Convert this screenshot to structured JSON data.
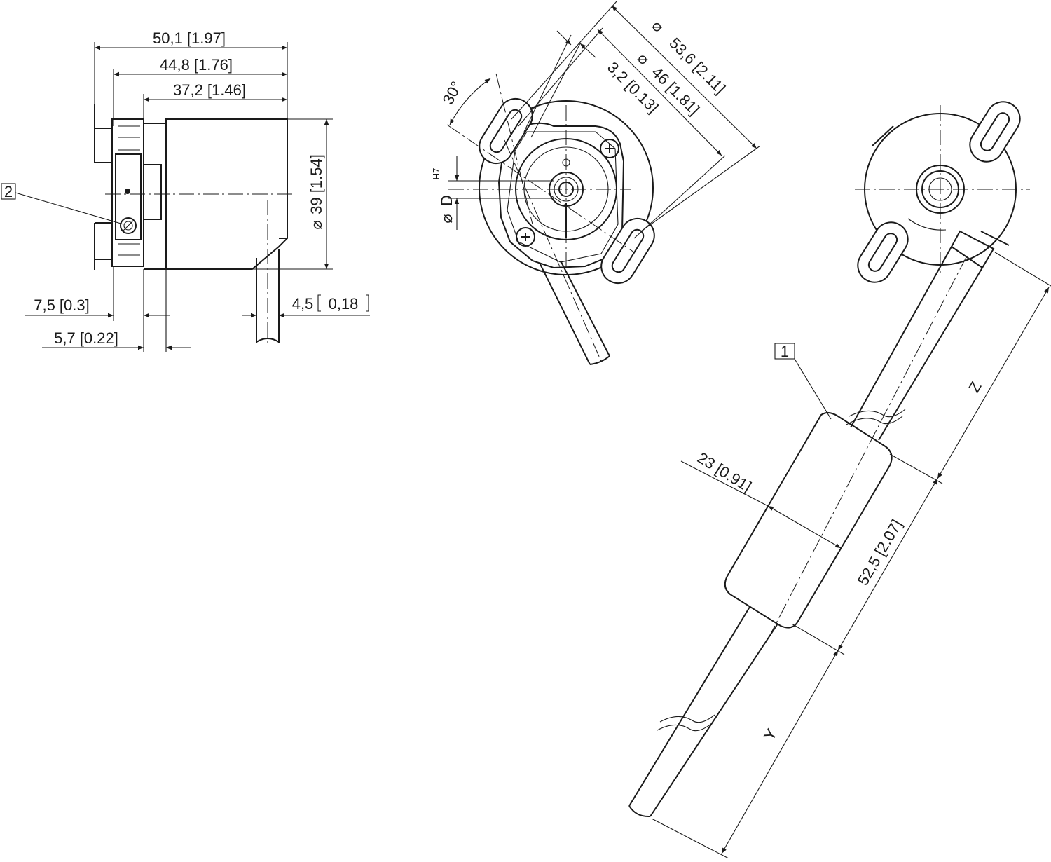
{
  "side_view": {
    "dim_50_1": "50,1 [1.97]",
    "dim_44_8": "44,8 [1.76]",
    "dim_37_2": "37,2 [1.46]",
    "dim_39": "39 [1.54]",
    "dim_7_5": "7,5 [0.3]",
    "dim_5_7": "5,7 [0.22]",
    "dim_4_5": "4,5",
    "dim_0_18": "0,18",
    "diameter_symbol": "⌀",
    "callout_2": "2"
  },
  "front_view": {
    "angle_30": "30°",
    "dim_53_6": "53,6 [2.11]",
    "dim_46": "46 [1.81]",
    "dim_3_2": "3,2 [0.13]",
    "bore_label": "D",
    "bore_tolerance": "H7",
    "diameter_symbol": "⌀"
  },
  "cable_view": {
    "callout_1": "1",
    "dim_23": "23 [0.91]",
    "dim_52_5": "52,5 [2.07]",
    "dim_z": "Z",
    "dim_y": "Y"
  }
}
